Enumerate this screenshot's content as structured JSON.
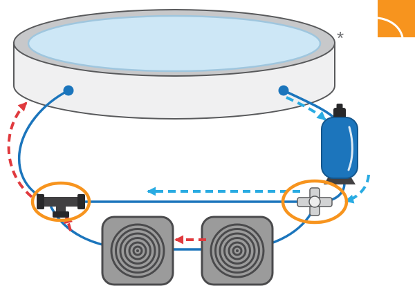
{
  "figure": {
    "name": "above-ground-pool-filtration-and-solar-heating-schematic",
    "footnote_marker": "*"
  },
  "colors": {
    "accent_orange": "#F7941E",
    "pipe_blue": "#1B75BC",
    "flow_blue": "#29ABE2",
    "return_red": "#E03A3E",
    "water_fill": "#CDE7F6",
    "water_edge": "#9FC6DE",
    "pool_wall": "#F0F0F1",
    "pool_rim": "#C7C8CA",
    "outline_gray": "#58595B",
    "panel_gray": "#9B9B9B",
    "panel_dark": "#4A4A4C",
    "tank_blue": "#1C75BC",
    "tank_edge": "#14568C",
    "fitting_dark": "#414042",
    "fitting_darker": "#28282A",
    "valve_gray": "#D2D3D4",
    "valve_hub": "#EDEDED",
    "white": "#FFFFFF",
    "footnote_gray": "#6D6E71"
  },
  "components": {
    "pool": "pool",
    "filter_tank": "filter-tank",
    "left_panel": "solar-collector-left",
    "right_panel": "solar-collector-right",
    "left_fitting": "t-fitting",
    "right_fitting": "bypass-valve",
    "logo": "brand-logo"
  },
  "flows": {
    "supply": {
      "style": "dashed",
      "color_key": "flow_blue"
    },
    "return": {
      "style": "dashed",
      "color_key": "return_red"
    }
  }
}
